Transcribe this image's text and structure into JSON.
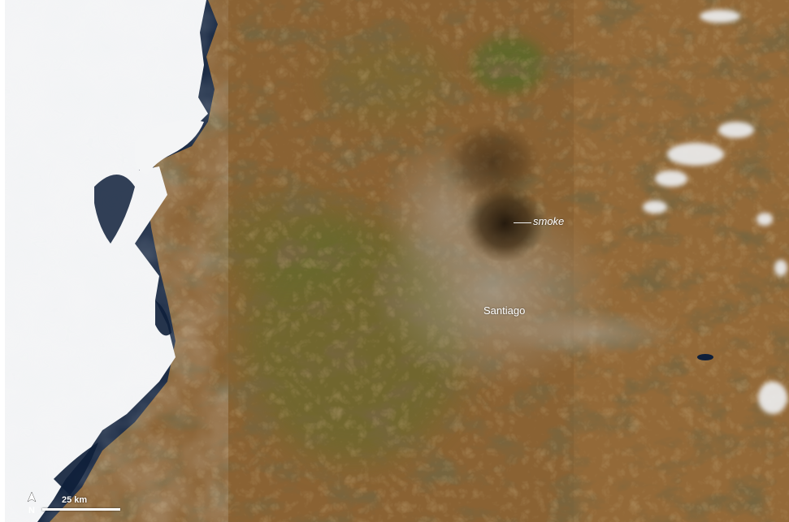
{
  "image": {
    "kind": "satellite-natural-color",
    "colors": {
      "clouds": "#f4f5f6",
      "ocean": "#0e1f3a",
      "terrain_brown": "#8a6233",
      "terrain_dark": "#4a3a1c",
      "valley_green": "#5d6a2a",
      "smoke_dark": "#2e2212",
      "haze": "#9d9588",
      "snow": "#eef0f2"
    }
  },
  "labels": {
    "smoke": "smoke",
    "city": "Santiago"
  },
  "scale": {
    "text": "25 km",
    "north_symbol": "N"
  }
}
